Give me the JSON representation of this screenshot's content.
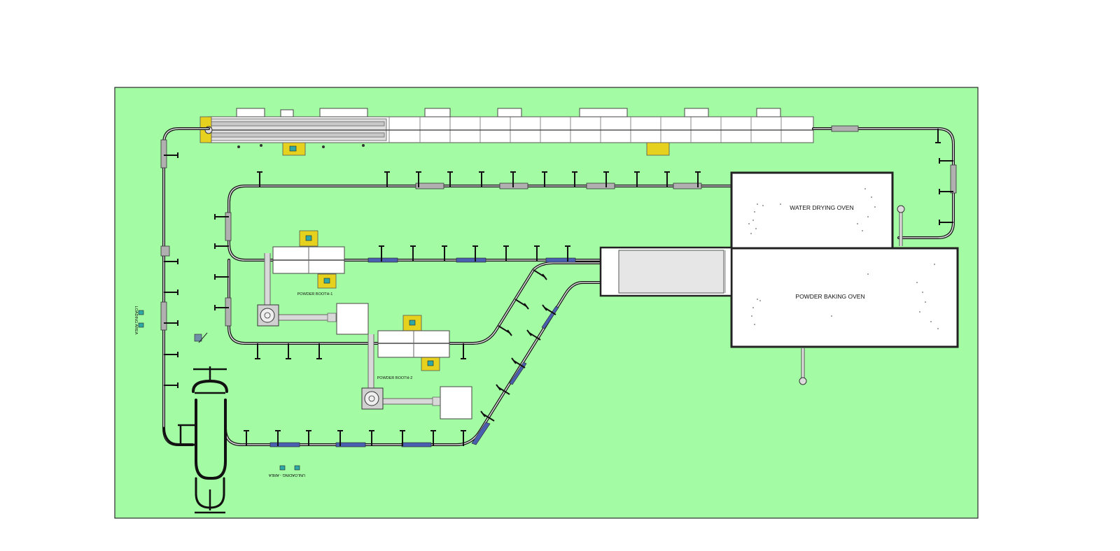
{
  "colors": {
    "floor": "#a3fca3",
    "floor_border": "#2b2b2b",
    "track": "#111111",
    "track_inner": "#d9d9d9",
    "booth_fill": "#ffffff",
    "yellow_pad": "#e6d21e",
    "teal_fixture": "#2fa7a7",
    "duct": "#d8d8d8",
    "oven_fill": "#ffffff",
    "tunnel_fill": "#e6e6e6",
    "blue_segment": "#4a5fb0"
  },
  "labels": {
    "water_drying_oven": "WATER DRYING OVEN",
    "powder_baking_oven": "POWDER BAKING OVEN",
    "powder_booth_1": "POWDER BOOTH-1",
    "powder_booth_2": "POWDER BOOTH-2",
    "loading_area": "LOADING AREA",
    "unloading_area": "UNLOADING - AREA"
  },
  "icons": {
    "blower": "circle-fan-icon",
    "fixture": "hook-fixture-icon"
  }
}
